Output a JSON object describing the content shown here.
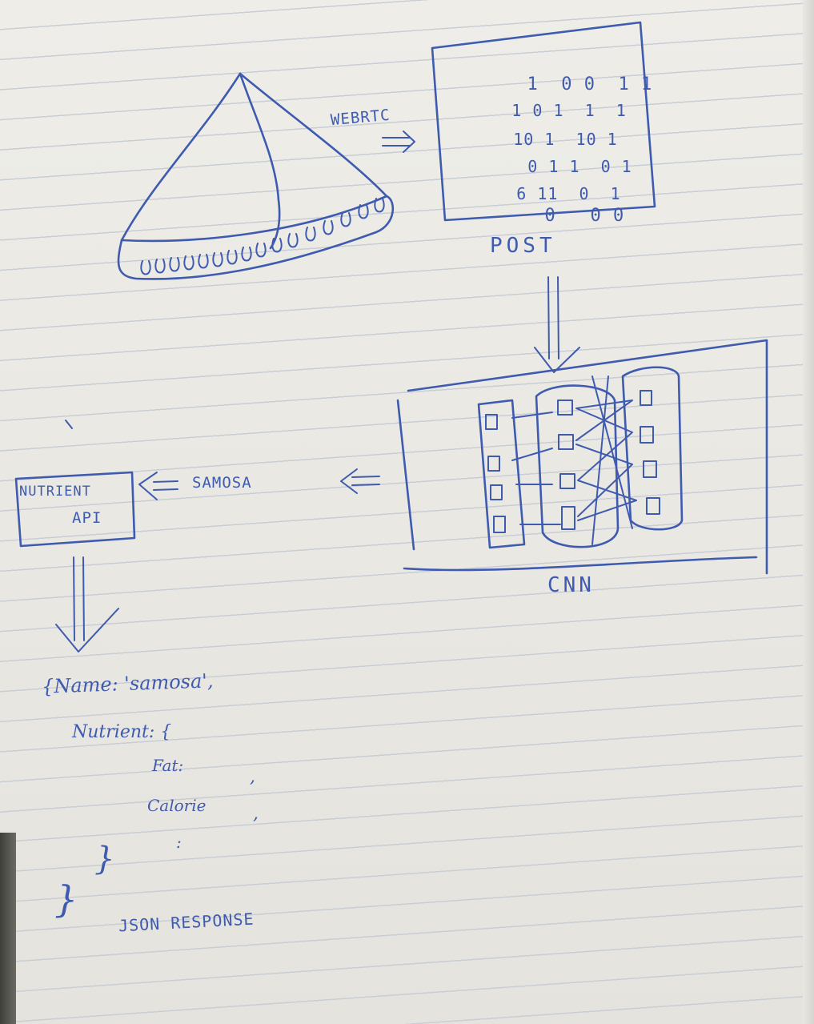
{
  "labels": {
    "webrtc": "WEBRTC",
    "post": "POST",
    "cnn": "CNN",
    "samosa": "SAMOSA",
    "nutrient_api_line1": "NUTRIENT",
    "nutrient_api_line2": "API",
    "json_response": "JSON RESPONSE"
  },
  "json_sketch": {
    "line1": "{Name: 'samosa',",
    "line2": "Nutrient: {",
    "line3": "Fat:",
    "line3_comma": ",",
    "line4": "Calorie",
    "line4_comma": ",",
    "line5": ":",
    "line6": "}",
    "line7": "}"
  },
  "image_grid": [
    [
      "1",
      "0",
      "0",
      "1",
      "1"
    ],
    [
      "1",
      "0",
      "1",
      "1",
      "1"
    ],
    [
      "1",
      "0",
      "1",
      "1",
      "0",
      "1"
    ],
    [
      "0",
      "1",
      "1",
      "0",
      "1"
    ],
    [
      "6",
      "1",
      "1",
      "0",
      "1"
    ],
    [
      "0",
      "0",
      "0"
    ]
  ],
  "colors": {
    "ink": "#3f5bb0",
    "paper": "#eeede8",
    "rule": "#c9cdd6"
  }
}
